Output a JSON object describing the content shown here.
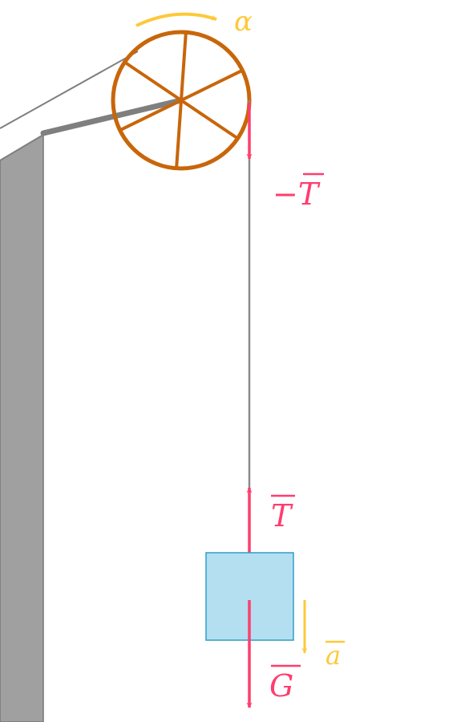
{
  "labels": {
    "angular_acceleration": "α",
    "tension_on_pulley": "−T",
    "tension_on_block": "T",
    "acceleration": "a",
    "gravity": "G"
  },
  "colors": {
    "background": "#ffffff",
    "wall_fill": "#a0a0a0",
    "wall_stroke": "#777777",
    "support_line": "#7f7f7f",
    "pulley": "#c8660a",
    "rope": "#8a8a8a",
    "force_vector": "#ff3d6e",
    "kinematic_vector": "#fdc93a",
    "block_fill": "#b3dff0",
    "block_stroke": "#2e9ec8"
  },
  "pulley": {
    "spoke_count": 6
  }
}
